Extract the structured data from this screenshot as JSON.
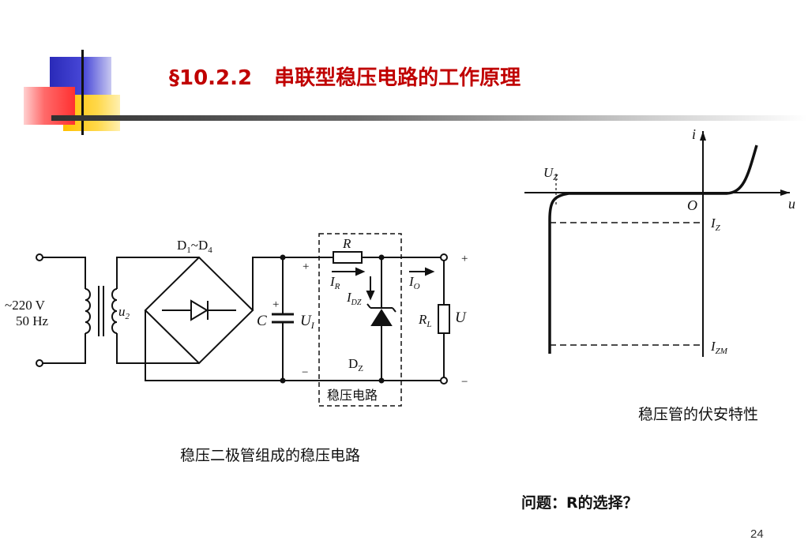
{
  "slide": {
    "section_number": "§10.2.2",
    "title_text": "串联型稳压电路的工作原理",
    "page_number": "24"
  },
  "circuit": {
    "caption": "稳压二极管组成的稳压电路",
    "source_voltage": "~220 V",
    "source_freq": "50 Hz",
    "secondary_label": "u",
    "secondary_sub": "2",
    "bridge_label_d1": "D",
    "bridge_sub_1": "1",
    "bridge_tilde": "~D",
    "bridge_sub_4": "4",
    "cap_label": "C",
    "u1_label": "U",
    "u1_sub": "I",
    "plus_cap": "+",
    "plus_top": "+",
    "minus_bottom": "−",
    "r_label": "R",
    "ir_label": "I",
    "ir_sub": "R",
    "idz_label": "I",
    "idz_sub": "DZ",
    "io_label": "I",
    "io_sub": "O",
    "dz_label": "D",
    "dz_sub": "Z",
    "rl_label": "R",
    "rl_sub": "L",
    "uo_label": "U",
    "out_plus": "+",
    "out_minus": "−",
    "box_label": "稳压电路"
  },
  "vi_curve": {
    "caption": "稳压管的伏安特性",
    "axis_i": "i",
    "axis_u": "u",
    "origin": "O",
    "uz_label": "U",
    "uz_sub": "Z",
    "iz_label": "I",
    "iz_sub": "Z",
    "izm_label": "I",
    "izm_sub": "ZM"
  },
  "question": "问题：R的选择？",
  "colors": {
    "title": "#c00000",
    "deco_blue": "#3030c0",
    "deco_yellow": "#ffcc00",
    "deco_red": "#ff4040"
  }
}
